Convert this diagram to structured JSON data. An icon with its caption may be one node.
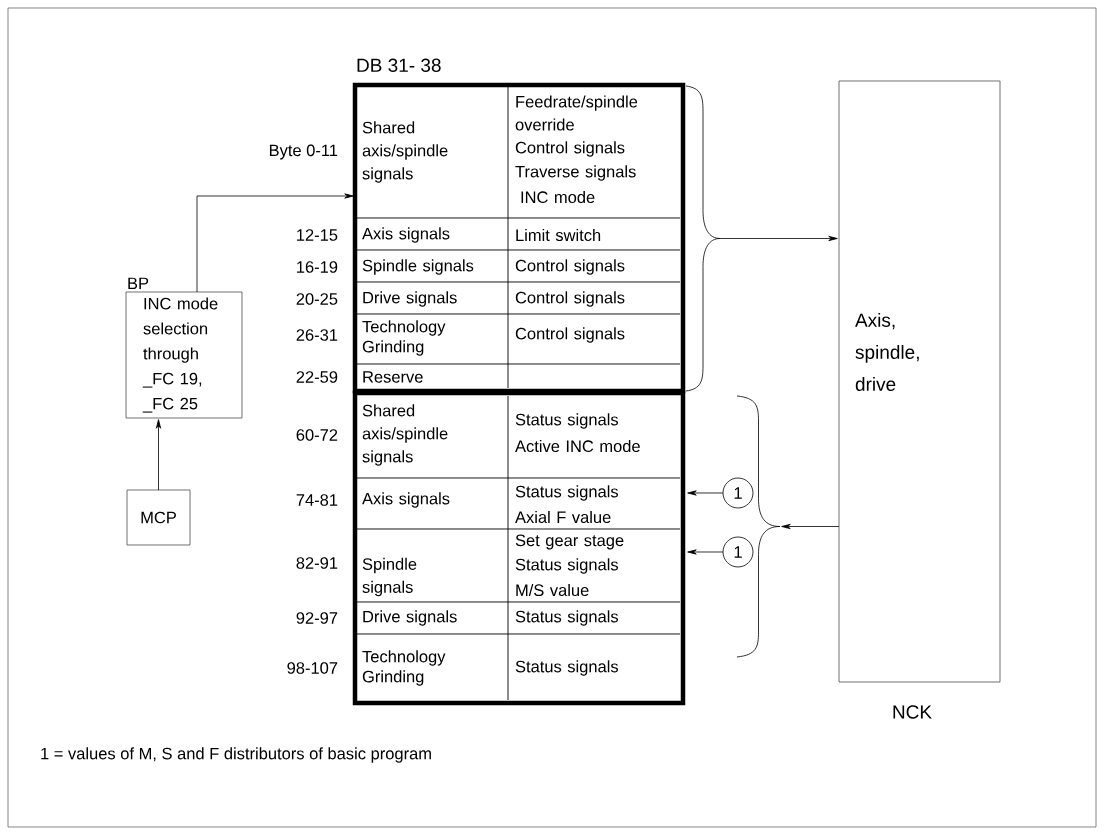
{
  "diagram": {
    "nodes": [
      {
        "text": [
          "DB 31- 38"
        ]
      },
      {
        "text": [],
        "shape": "box"
      },
      {
        "text": [
          "Axis, spindle, drive"
        ],
        "beside": [
          "NCK"
        ]
      },
      {
        "text": [
          "INC mode selection through _FC 19, _FC 25"
        ],
        "beside": [
          "BP"
        ]
      },
      {
        "text": [
          "MCP"
        ]
      },
      {
        "text": [
          "1"
        ]
      },
      {
        "text": [
          "1"
        ]
      },
      {
        "text": [],
        "shape": "brace"
      },
      {
        "text": [],
        "shape": "brace"
      }
    ],
    "edges": [
      {
        "from": 4,
        "to": 3,
        "arrow": "to"
      },
      {
        "from": 3,
        "to": 0,
        "arrow": "to"
      },
      {
        "from": 7,
        "to": 2,
        "arrow": "to"
      },
      {
        "from": 2,
        "to": 8,
        "arrow": "to"
      },
      {
        "from": 5,
        "to": 1,
        "arrow": "to"
      },
      {
        "from": 6,
        "to": 1,
        "arrow": "to"
      }
    ],
    "labels": [
      "Byte 0-11",
      "Shared axis/spindle signals",
      "Feedrate/spindle override",
      "Control signals",
      "Traverse signals",
      "INC mode",
      "12-15",
      "Axis signals",
      "Limit switch",
      "16-19",
      "Spindle signals",
      "Control signals",
      "20-25",
      "Drive signals",
      "Control signals",
      "26-31",
      "Technology Grinding",
      "Control signals",
      "22-59",
      "Reserve",
      "60-72",
      "Shared axis/spindle signals",
      "Status signals",
      "Active INC mode",
      "74-81",
      "Axis signals",
      "Status signals",
      "Axial F value",
      "82-91",
      "Spindle signals",
      "Set gear stage",
      "Status signals",
      "M/S value",
      "92-97",
      "Drive signals",
      "Status signals",
      "98-107",
      "Technology Grinding",
      "Status signals",
      "1 = values of M, S and F distributors of basic program"
    ]
  }
}
